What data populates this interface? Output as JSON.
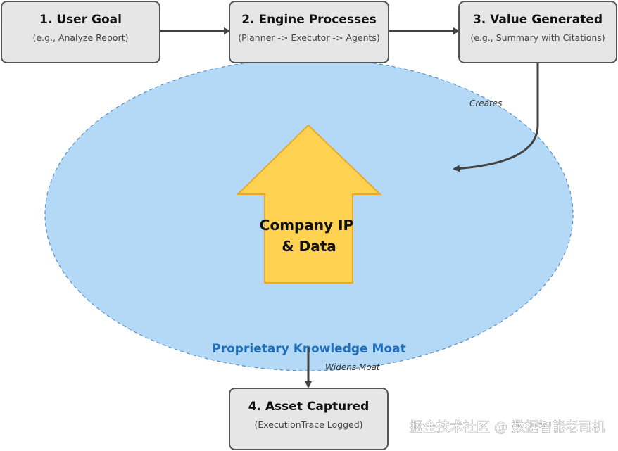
{
  "nodes": {
    "user_goal": {
      "title": "1. User Goal",
      "subtitle": "(e.g., Analyze Report)"
    },
    "engine": {
      "title": "2. Engine Processes",
      "subtitle": "(Planner -> Executor -> Agents)"
    },
    "value": {
      "title": "3. Value Generated",
      "subtitle": "(e.g., Summary with Citations)"
    },
    "asset": {
      "title": "4. Asset Captured",
      "subtitle": "(ExecutionTrace Logged)"
    }
  },
  "moat": {
    "label": "Proprietary Knowledge Moat",
    "core": {
      "line1": "Company IP",
      "line2": "& Data"
    }
  },
  "edges": {
    "creates": "Creates",
    "widens": "Widens Moat"
  },
  "watermark": "掘金技术社区 @ 数据智能老司机",
  "colors": {
    "box_fill": "#e6e6e6",
    "box_stroke": "#555555",
    "moat_fill": "#b3d9f7",
    "moat_stroke": "#5b8fc7",
    "ip_fill": "#ffd351",
    "ip_stroke": "#e8a92a",
    "arrow": "#424242",
    "moat_text": "#1f6fbf"
  }
}
